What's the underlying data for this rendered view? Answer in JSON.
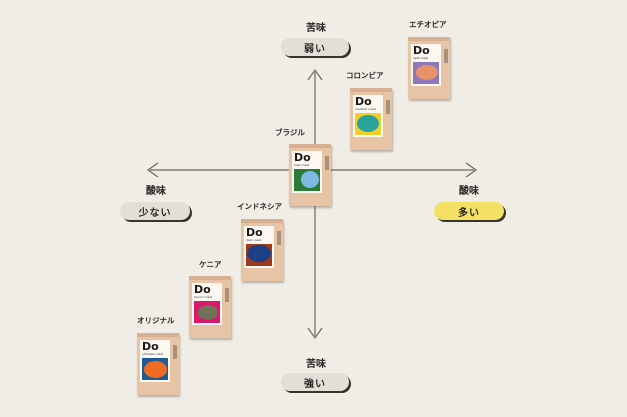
{
  "axes": {
    "top_label": "苦味",
    "top_pill": "弱い",
    "bottom_label": "苦味",
    "bottom_pill": "強い",
    "left_label": "酸味",
    "left_pill": "少ない",
    "right_label": "酸味",
    "right_pill": "多い"
  },
  "colors": {
    "background": "#efede6",
    "axis": "#6e6862",
    "pill_grey": "#e2dfd8",
    "pill_yellow": "#f4e063",
    "bag": "#e6c4a5"
  },
  "products": [
    {
      "name": "エチオピア",
      "brand": "Do",
      "roast": "light roast",
      "art_bg": "#8d79b8",
      "blob": "#e9916a"
    },
    {
      "name": "コロンビア",
      "brand": "Do",
      "roast": "medium roast",
      "art_bg": "#f1cf2c",
      "blob": "#2aa39b"
    },
    {
      "name": "ブラジル",
      "brand": "Do",
      "roast": "high roast",
      "art_bg": "#2a7a3a",
      "blob": "#7fb8e2"
    },
    {
      "name": "インドネシア",
      "brand": "Do",
      "roast": "dark roast",
      "art_bg": "#9b3a1e",
      "blob": "#1d3f86"
    },
    {
      "name": "ケニア",
      "brand": "Do",
      "roast": "french roast",
      "art_bg": "#d8196c",
      "blob": "#6f7257"
    },
    {
      "name": "オリジナル",
      "brand": "Do",
      "roast": "ultimate roast",
      "art_bg": "#1e5b95",
      "blob": "#ef6a22"
    }
  ]
}
